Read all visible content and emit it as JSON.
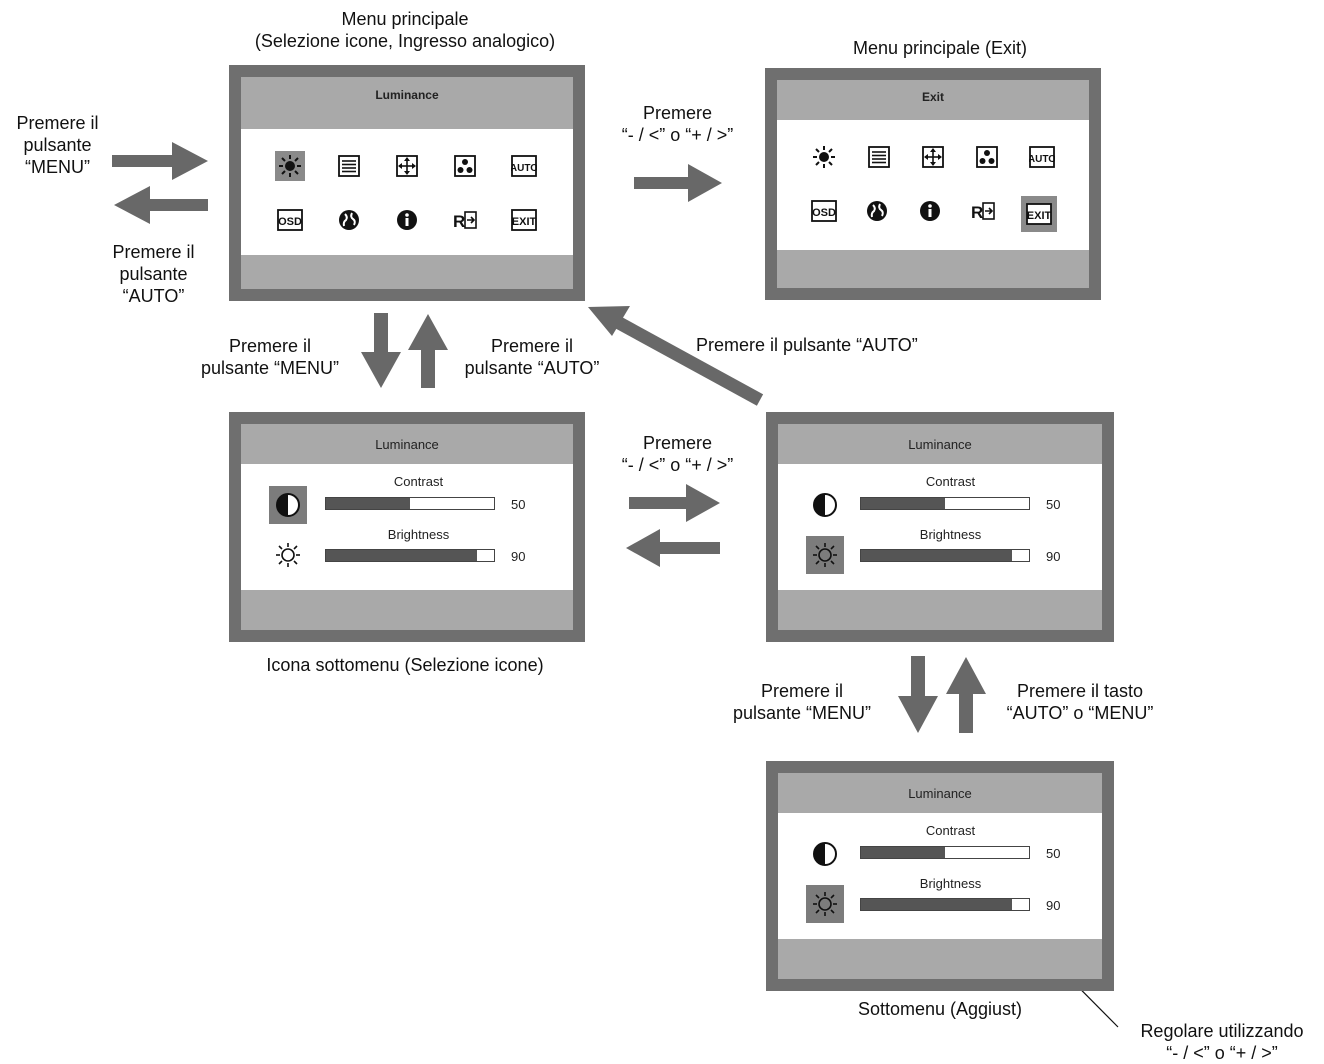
{
  "captions": {
    "main_menu_title": "Menu principale\n(Selezione icone, Ingresso analogico)",
    "exit_menu_title": "Menu principale (Exit)",
    "press_menu_left": "Premere il\npulsante\n“MENU”",
    "press_auto_left": "Premere il\npulsante\n“AUTO”",
    "press_arrows_top": "Premere\n“- / <” o “+ / >”",
    "press_menu_mid": "Premere il\npulsante “MENU”",
    "press_auto_mid": "Premere il\npulsante “AUTO”",
    "press_auto_diag": "Premere il pulsante “AUTO”",
    "press_arrows_mid": "Premere\n“- / <” o “+ / >”",
    "submenu_icon_caption": "Icona sottomenu (Selezione icone)",
    "press_menu_right": "Premere il\npulsante “MENU”",
    "press_auto_or_menu": "Premere il tasto\n“AUTO” o “MENU”",
    "submenu_adjust_caption": "Sottomenu (Aggiust)",
    "adjust_note": "Regolare utilizzando\n“- / <” o “+ / >”"
  },
  "screens": {
    "main": {
      "title": "Luminance"
    },
    "exit": {
      "title": "Exit"
    },
    "sub_icon": {
      "title": "Luminance"
    },
    "sub_select": {
      "title": "Luminance"
    },
    "sub_adjust": {
      "title": "Luminance"
    }
  },
  "menu_icons_row1": [
    "brightness-icon",
    "text-lines-icon",
    "position-icon",
    "color-icon",
    "auto-icon"
  ],
  "menu_icons_row2": [
    "osd-icon",
    "language-icon",
    "info-icon",
    "recall-icon",
    "exit-icon"
  ],
  "sliders": {
    "contrast": {
      "label": "Contrast",
      "value": "50",
      "fraction": 0.5
    },
    "brightness": {
      "label": "Brightness",
      "value": "90",
      "fraction": 0.9
    }
  },
  "colors": {
    "arrow": "#686868",
    "frame": "#6f6f6f",
    "selected": "#8a8a8a"
  }
}
